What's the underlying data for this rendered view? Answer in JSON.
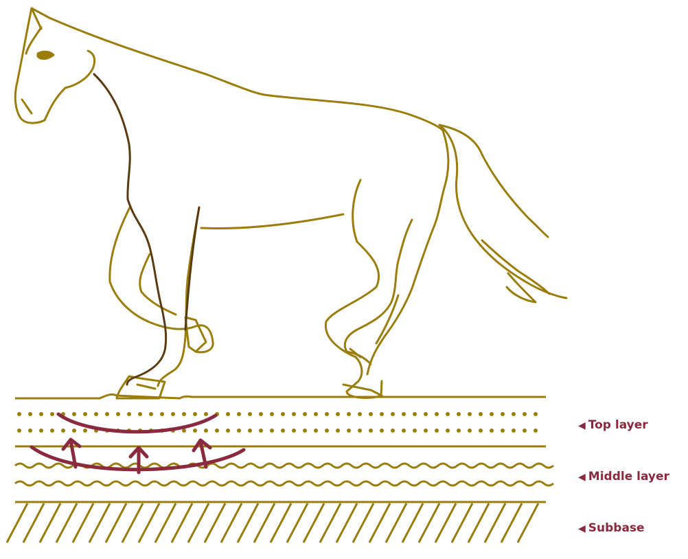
{
  "colors": {
    "outline": "#9a7d0a",
    "neck_leg_highlight": "#5a3a10",
    "force": "#8b2a3f",
    "background": "#ffffff"
  },
  "labels": {
    "top_layer": "Top layer",
    "middle_layer": "Middle layer",
    "subbase": "Subbase",
    "marker": "◀"
  }
}
